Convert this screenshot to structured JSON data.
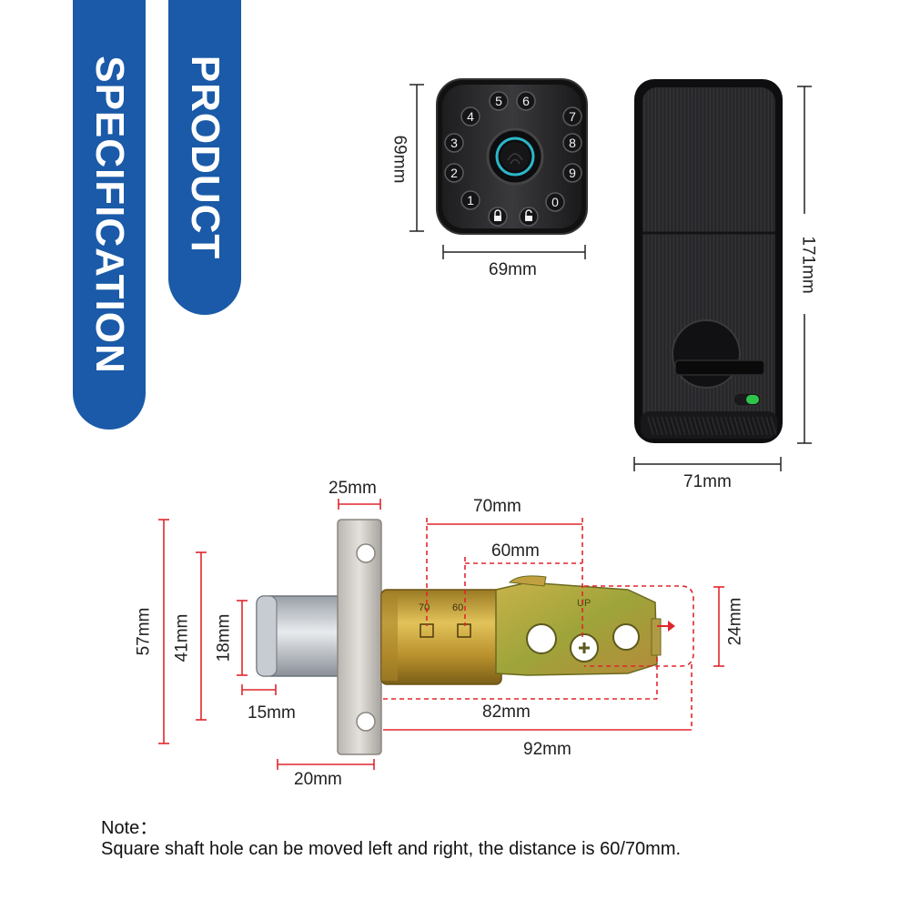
{
  "banners": {
    "product": "PRODUCT",
    "specification": "SPECIFICATION"
  },
  "keypad": {
    "keys": [
      "5",
      "6",
      "4",
      "7",
      "3",
      "8",
      "2",
      "9",
      "1",
      "0"
    ],
    "lock_icon": "lock-icon",
    "unlock_icon": "unlock-icon",
    "sensor": "fingerprint-icon",
    "height_label": "69mm",
    "width_label": "69mm"
  },
  "interior": {
    "height_label": "171mm",
    "width_label": "71mm"
  },
  "latch": {
    "dims": {
      "d25": "25mm",
      "d70": "70mm",
      "d60": "60mm",
      "d57": "57mm",
      "d41": "41mm",
      "d18": "18mm",
      "d24": "24mm",
      "d15": "15mm",
      "d82": "82mm",
      "d92": "92mm",
      "d20": "20mm"
    },
    "stamp_70": "70",
    "stamp_60": "60",
    "stamp_up": "UP"
  },
  "note": {
    "title": "Note：",
    "text": "Square shaft hole can be moved left and right, the distance is 60/70mm."
  },
  "colors": {
    "banner": "#1a5aa8",
    "dimension_red": "#e0262d",
    "dimension_black": "#222222"
  }
}
